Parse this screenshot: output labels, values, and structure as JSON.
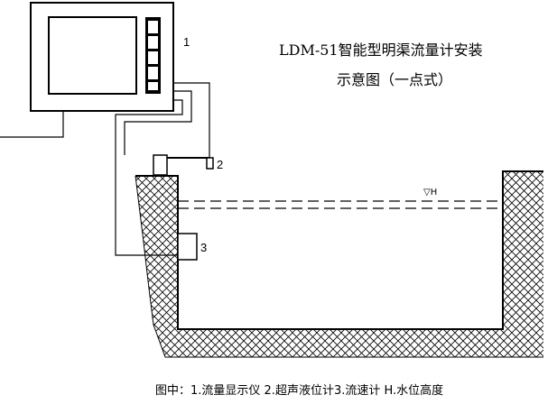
{
  "diagram": {
    "title_line1": "LDM-51智能型明渠流量计安装",
    "title_line2": "示意图（一点式）",
    "callouts": {
      "display_instrument": "1",
      "ultrasonic_level_sensor": "2",
      "velocity_sensor": "3"
    },
    "water_level_label": "▽H",
    "caption": "图中：1.流量显示仪   2.超声液位计3.流速计 H.水位高度"
  }
}
